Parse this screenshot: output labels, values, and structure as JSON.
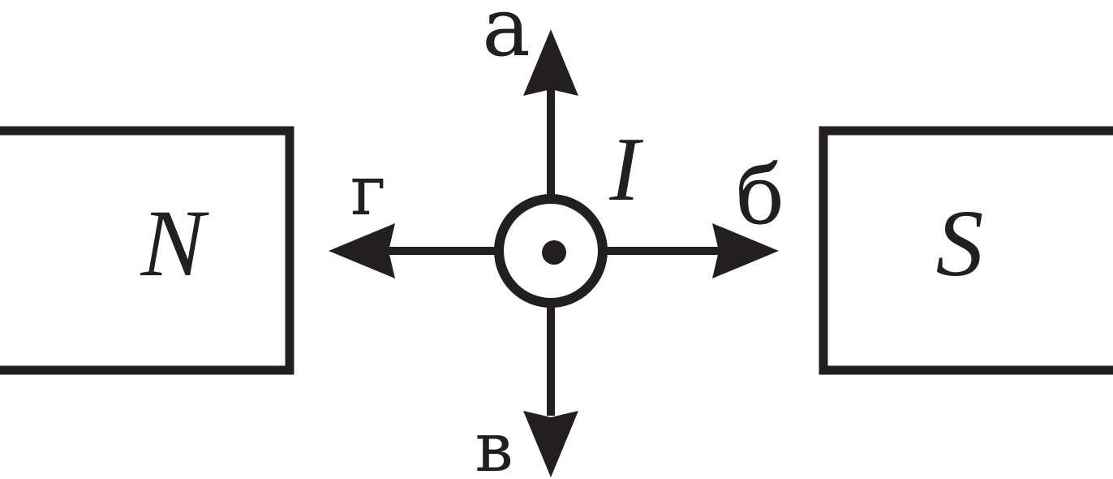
{
  "magnets": {
    "north_label": "N",
    "south_label": "S"
  },
  "conductor": {
    "current_label": "I",
    "current_direction": "out-of-page"
  },
  "arrows": {
    "up_label": "а",
    "right_label": "б",
    "down_label": "в",
    "left_label": "г"
  },
  "colors": {
    "stroke": "#231f20",
    "background": "#ffffff"
  }
}
